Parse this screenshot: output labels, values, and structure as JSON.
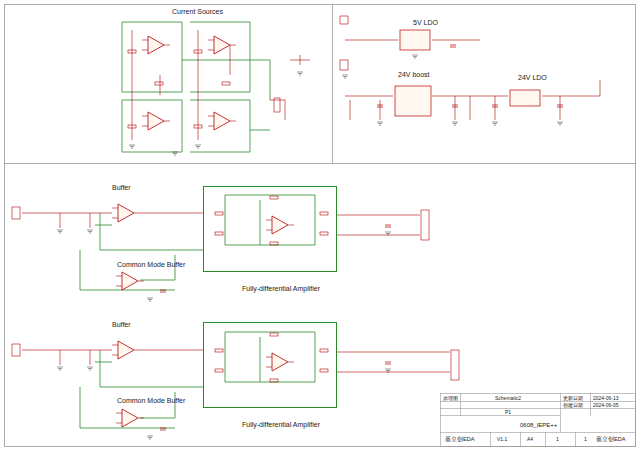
{
  "diagram": {
    "nodes": [
      {
        "text": [
          "Fully-differential Amplifier"
        ]
      },
      {
        "text": [
          "Fully-differential Amplifier"
        ]
      }
    ],
    "labels": [
      "Current Sources",
      "5V LDO",
      "24V boost",
      "24V LDO",
      "Buffer",
      "Common Mode Buffer",
      "Buffer",
      "Common Mode Buffer",
      "原理图",
      "Schematic2",
      "更新日期",
      "2024-06-13",
      "创建日期",
      "2024-06-05",
      "P1",
      "0608_IEPE++",
      "嘉立创EDA",
      "V1.1",
      "A4",
      "1",
      "1",
      "嘉立创EDA"
    ]
  }
}
